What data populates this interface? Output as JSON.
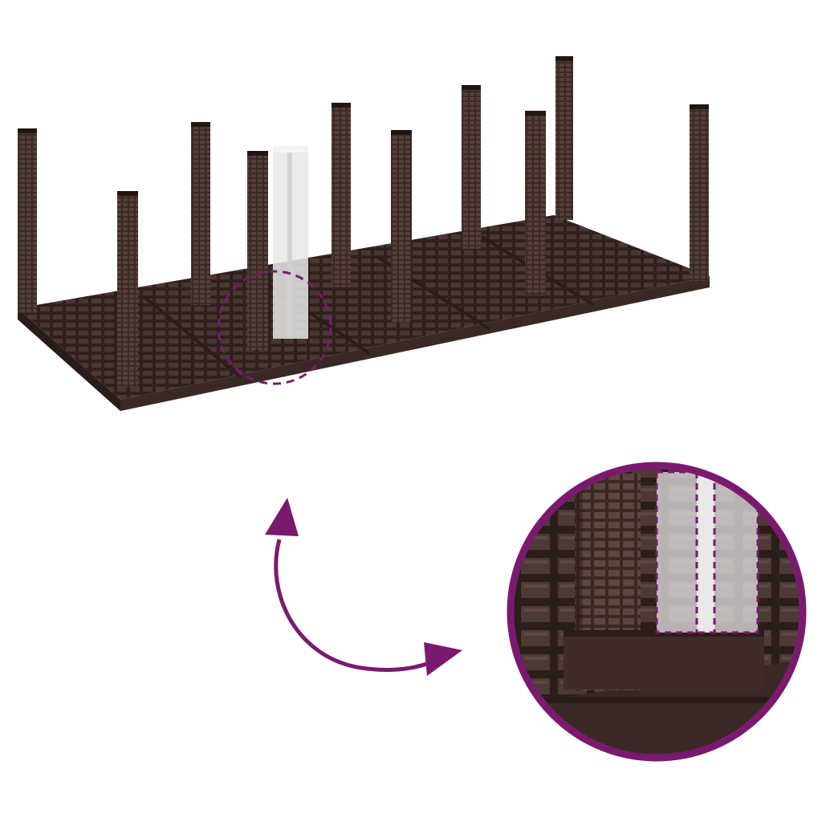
{
  "colors": {
    "background": "#ffffff",
    "frame": "#3a2824",
    "frame_dark": "#2a1c19",
    "frame_light": "#5a4540",
    "accent": "#7a1a6e",
    "translucent_post": "#e6e6e6"
  },
  "icons": {
    "rotate_arrow": "curved-double-arrow-icon",
    "zoom_marker": "dashed-circle-marker-icon"
  },
  "illustration": {
    "subject": "garden-planter-frame",
    "posts": 11,
    "highlight_post": "translucent-insert-post"
  }
}
